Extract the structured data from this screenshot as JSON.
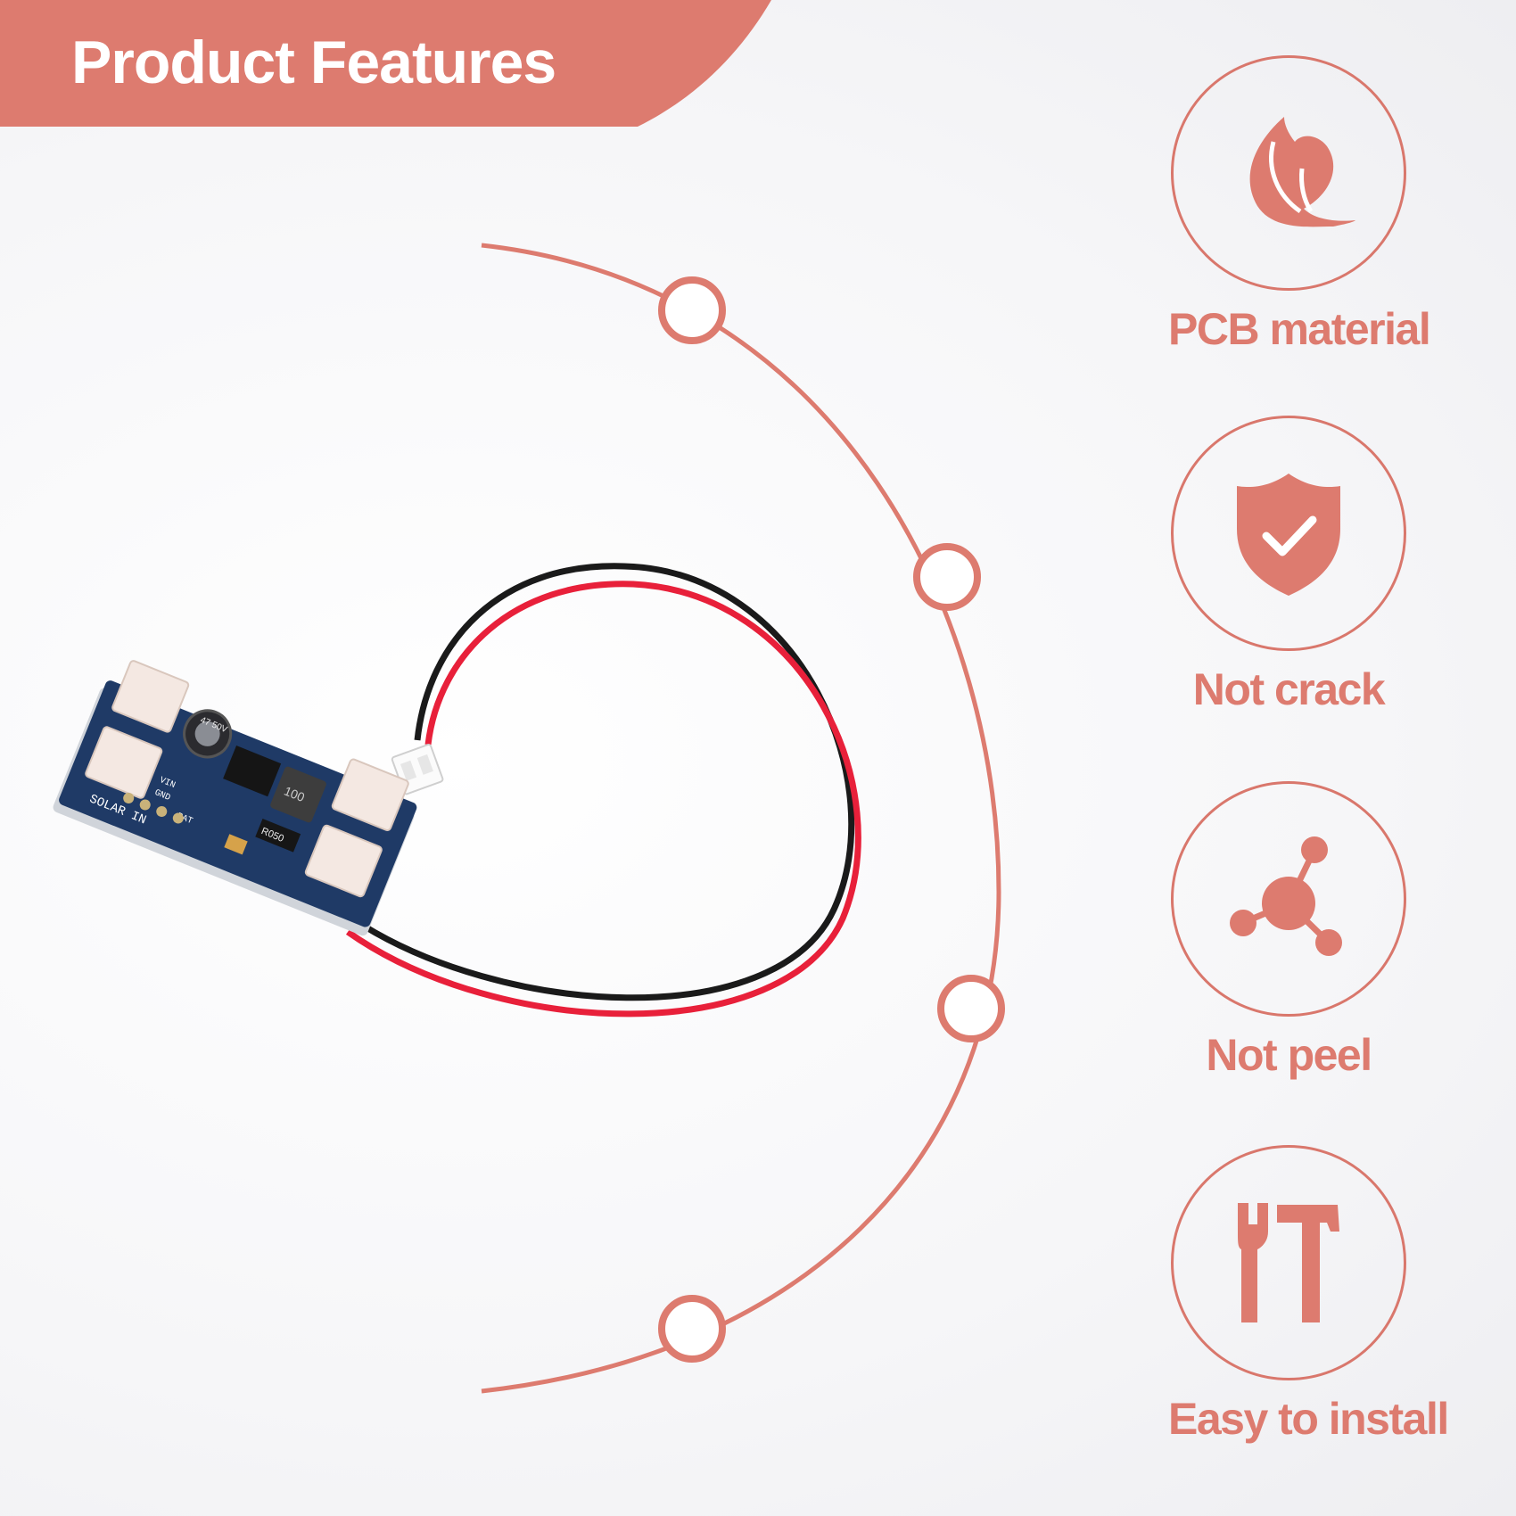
{
  "header": {
    "title": "Product Features"
  },
  "colors": {
    "accent": "#dd7b6f",
    "background": "#f7f7f9"
  },
  "features": [
    {
      "label": "PCB material",
      "icon": "leaf-icon"
    },
    {
      "label": "Not crack",
      "icon": "shield-check-icon"
    },
    {
      "label": "Not peel",
      "icon": "molecule-icon"
    },
    {
      "label": "Easy to install",
      "icon": "tools-icon"
    }
  ],
  "product": {
    "board_text": {
      "solar_in": "SOLAR IN",
      "vin": "VIN",
      "gnd": "GND",
      "bat": "BAT",
      "inductor": "100",
      "resistor": "R050",
      "capacitor": "47 50V"
    }
  }
}
